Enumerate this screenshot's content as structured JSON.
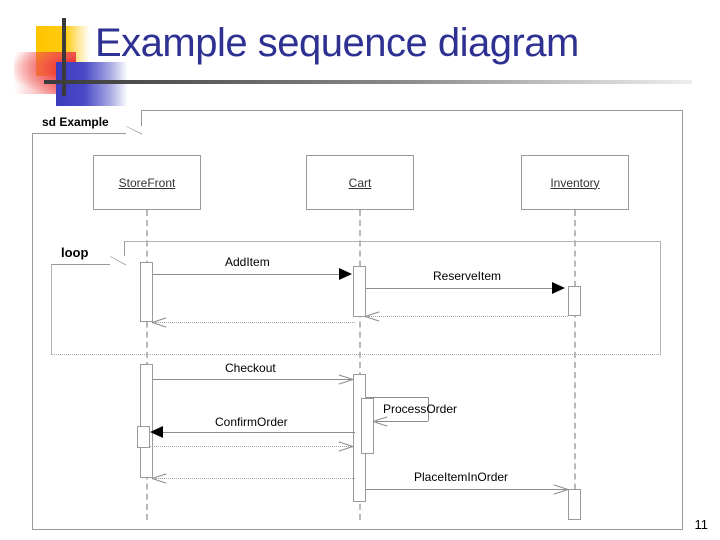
{
  "slide": {
    "title": "Example sequence diagram",
    "page_number": "11",
    "title_color": "#2e3192",
    "accent_colors": {
      "yellow": "#ffc400",
      "red": "#ed1c24",
      "blue": "#3b3bbd",
      "bar": "#3a3a3a"
    }
  },
  "diagram": {
    "type": "uml-sequence-diagram",
    "frame_label": "sd Example",
    "fragment_label": "loop",
    "lifelines": [
      {
        "name": "StoreFront"
      },
      {
        "name": "Cart"
      },
      {
        "name": "Inventory"
      }
    ],
    "messages": [
      {
        "label": "AddItem",
        "from": "StoreFront",
        "to": "Cart",
        "kind": "call",
        "arrowhead": "filled"
      },
      {
        "label": "ReserveItem",
        "from": "Cart",
        "to": "Inventory",
        "kind": "call",
        "arrowhead": "filled"
      },
      {
        "label": "",
        "from": "Inventory",
        "to": "Cart",
        "kind": "return",
        "arrowhead": "open"
      },
      {
        "label": "",
        "from": "Cart",
        "to": "StoreFront",
        "kind": "return",
        "arrowhead": "open"
      },
      {
        "label": "Checkout",
        "from": "StoreFront",
        "to": "Cart",
        "kind": "call",
        "arrowhead": "open"
      },
      {
        "label": "ProcessOrder",
        "from": "Cart",
        "to": "Cart",
        "kind": "self",
        "arrowhead": "open"
      },
      {
        "label": "ConfirmOrder",
        "from": "Cart",
        "to": "StoreFront",
        "kind": "call",
        "arrowhead": "filled"
      },
      {
        "label": "",
        "from": "StoreFront",
        "to": "Cart",
        "kind": "return",
        "arrowhead": "open"
      },
      {
        "label": "PlaceItemInOrder",
        "from": "Cart",
        "to": "Inventory",
        "kind": "call",
        "arrowhead": "open"
      },
      {
        "label": "",
        "from": "Cart",
        "to": "StoreFront",
        "kind": "return",
        "arrowhead": "open"
      }
    ]
  }
}
